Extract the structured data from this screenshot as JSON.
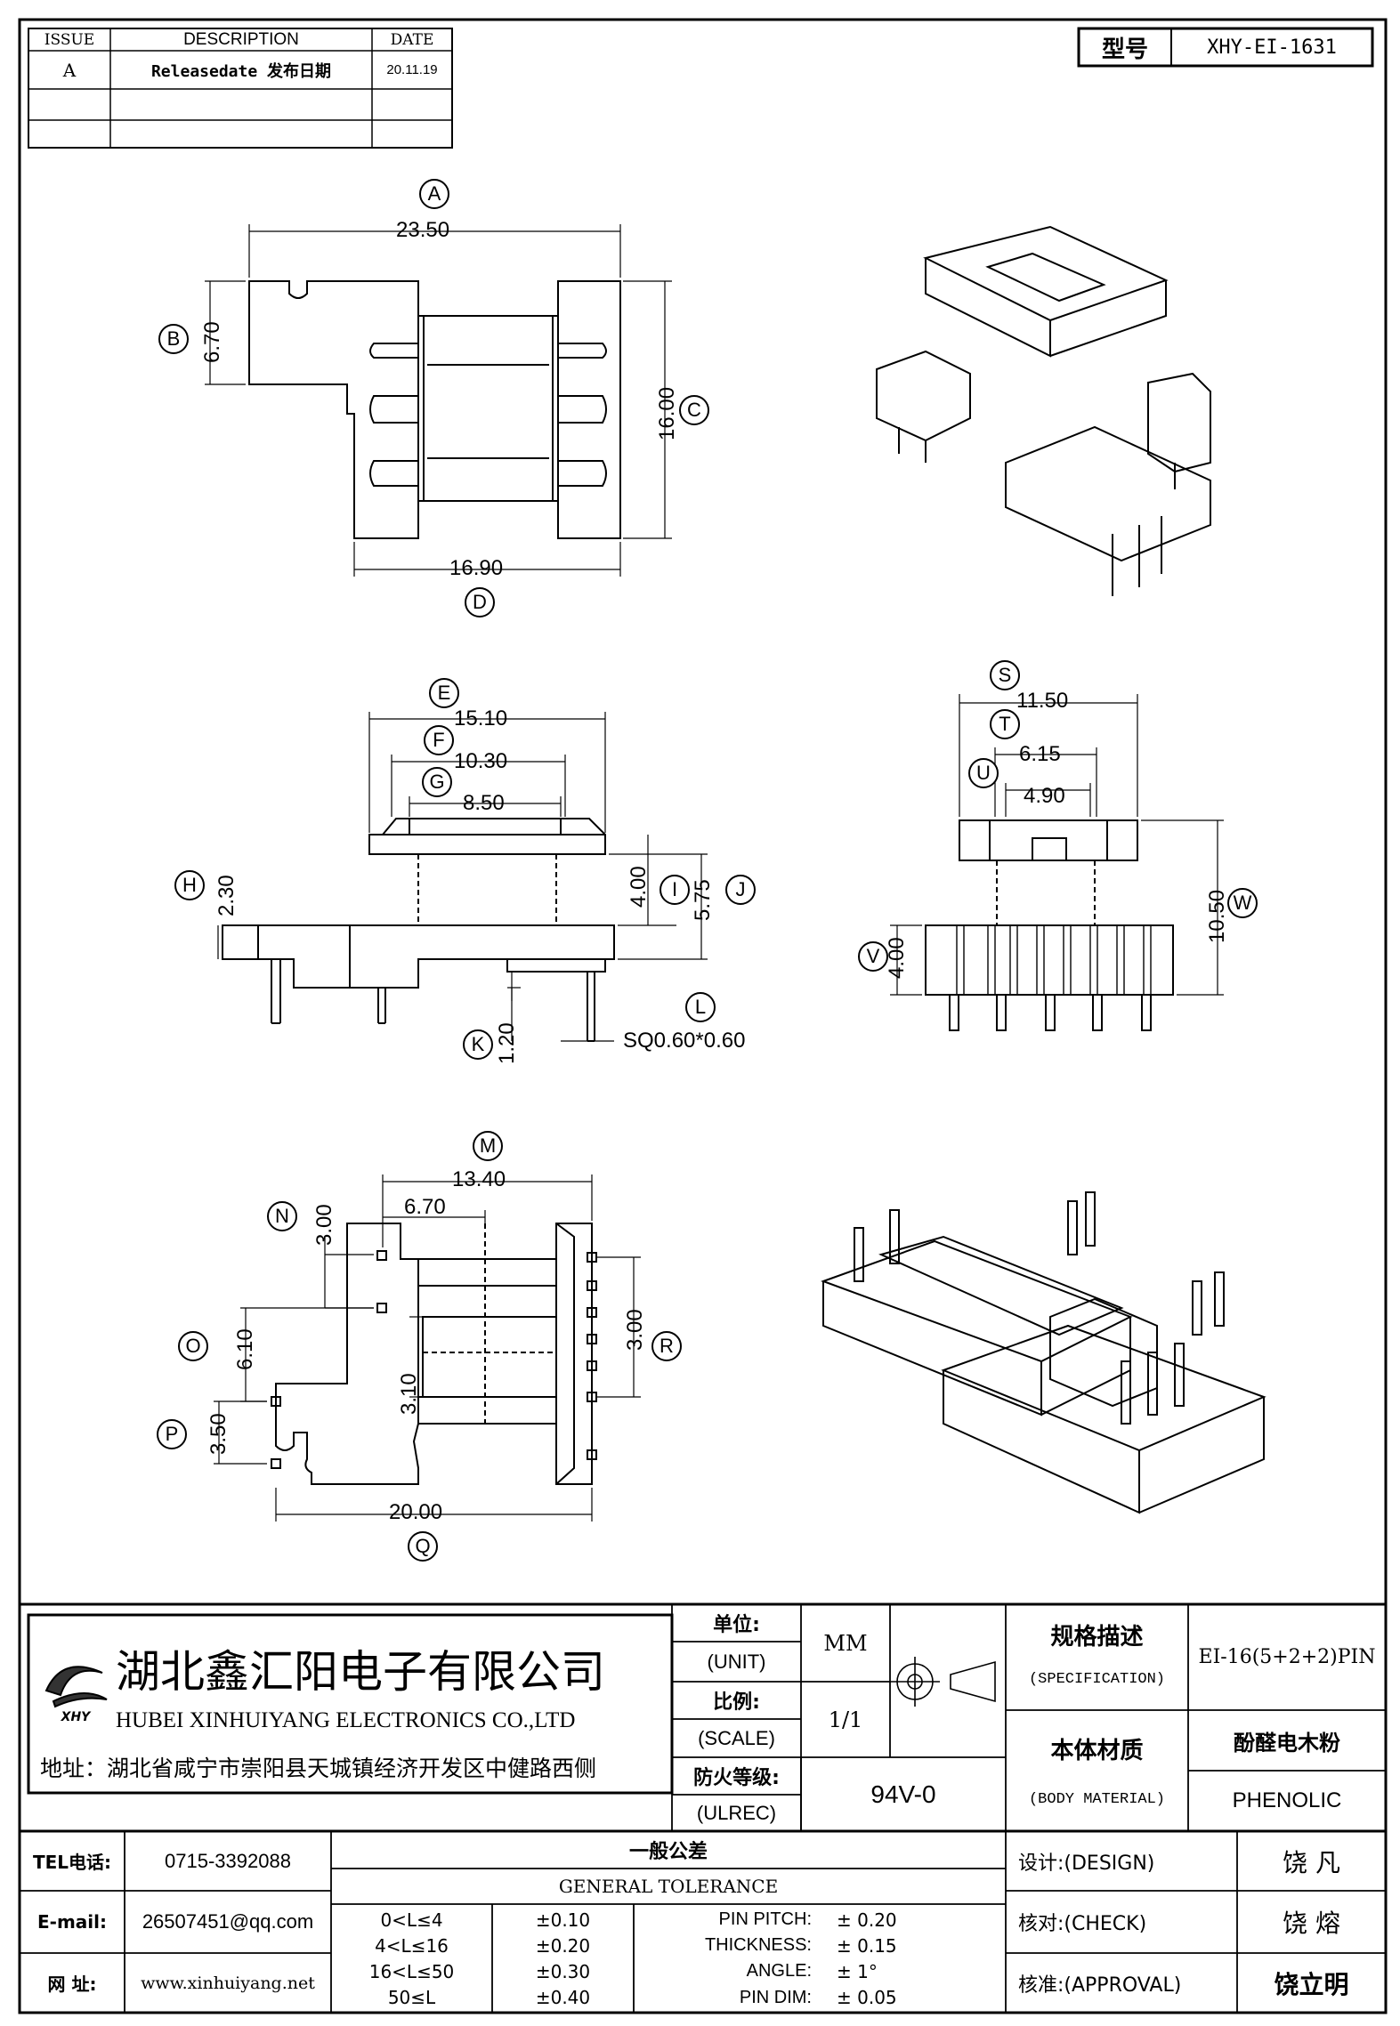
{
  "revision_table": {
    "headers": [
      "ISSUE",
      "DESCRIPTION",
      "DATE"
    ],
    "rows": [
      {
        "issue": "A",
        "description": "Releasedate 发布日期",
        "date": "20.11.19"
      },
      {
        "issue": "",
        "description": "",
        "date": ""
      },
      {
        "issue": "",
        "description": "",
        "date": ""
      }
    ]
  },
  "model": {
    "label": "型号",
    "value": "XHY-EI-1631"
  },
  "dimensions": {
    "A": "23.50",
    "B": "6.70",
    "C": "16.00",
    "D": "16.90",
    "E": "15.10",
    "F": "10.30",
    "G": "8.50",
    "H": "2.30",
    "I": "4.00",
    "J": "5.75",
    "K": "1.20",
    "L": "SQ0.60*0.60",
    "S": "11.50",
    "T": "6.15",
    "U": "4.90",
    "V": "4.00",
    "W": "10.50",
    "M": "13.40",
    "N": "3.00",
    "N2": "6.70",
    "O": "6.10",
    "O2": "3.10",
    "P": "3.50",
    "Q": "20.00",
    "R": "3.00"
  },
  "dimension_letters": [
    "A",
    "B",
    "C",
    "D",
    "E",
    "F",
    "G",
    "H",
    "I",
    "J",
    "K",
    "L",
    "S",
    "T",
    "U",
    "V",
    "W",
    "M",
    "N",
    "O",
    "P",
    "Q",
    "R"
  ],
  "company": {
    "name_cn": "湖北鑫汇阳电子有限公司",
    "name_en": "HUBEI XINHUIYANG ELECTRONICS CO.,LTD",
    "address": "地址：湖北省咸宁市崇阳县天城镇经济开发区中健路西侧",
    "logo_text": "XHY"
  },
  "unit": {
    "label_cn": "单位:",
    "label_en": "(UNIT)",
    "value": "MM"
  },
  "scale": {
    "label_cn": "比例:",
    "label_en": "(SCALE)",
    "value": "1/1"
  },
  "fire": {
    "label_cn": "防火等级:",
    "label_en": "(ULREC)",
    "value": "94V-0"
  },
  "spec": {
    "label_cn": "规格描述",
    "label_en": "(SPECIFICATION)",
    "value": "EI-16(5+2+2)PIN"
  },
  "material": {
    "label_cn": "本体材质",
    "label_en": "(BODY MATERIAL)",
    "value_cn": "酚醛电木粉",
    "value_en": "PHENOLIC"
  },
  "contact": {
    "tel_label": "TEL电话:",
    "tel": "0715-3392088",
    "email_label": "E-mail:",
    "email": "26507451@qq.com",
    "web_label": "网  址:",
    "web": "www.xinhuiyang.net"
  },
  "tolerance": {
    "title_cn": "一般公差",
    "title_en": "GENERAL TOLERANCE",
    "ranges": [
      {
        "range": "0<L≤4",
        "tol": "±0.10",
        "item": "PIN PITCH:",
        "val": "±  0.20"
      },
      {
        "range": "4<L≤16",
        "tol": "±0.20",
        "item": "THICKNESS:",
        "val": "±  0.15"
      },
      {
        "range": "16<L≤50",
        "tol": "±0.30",
        "item": "ANGLE:",
        "val": "±  1°"
      },
      {
        "range": "50≤L",
        "tol": "±0.40",
        "item": "PIN DIM:",
        "val": "±  0.05"
      }
    ]
  },
  "signoff": {
    "design_label": "设计:(DESIGN)",
    "design": "饶  凡",
    "check_label": "核对:(CHECK)",
    "check": "饶  熔",
    "approval_label": "核准:(APPROVAL)",
    "approval": "饶立明"
  }
}
